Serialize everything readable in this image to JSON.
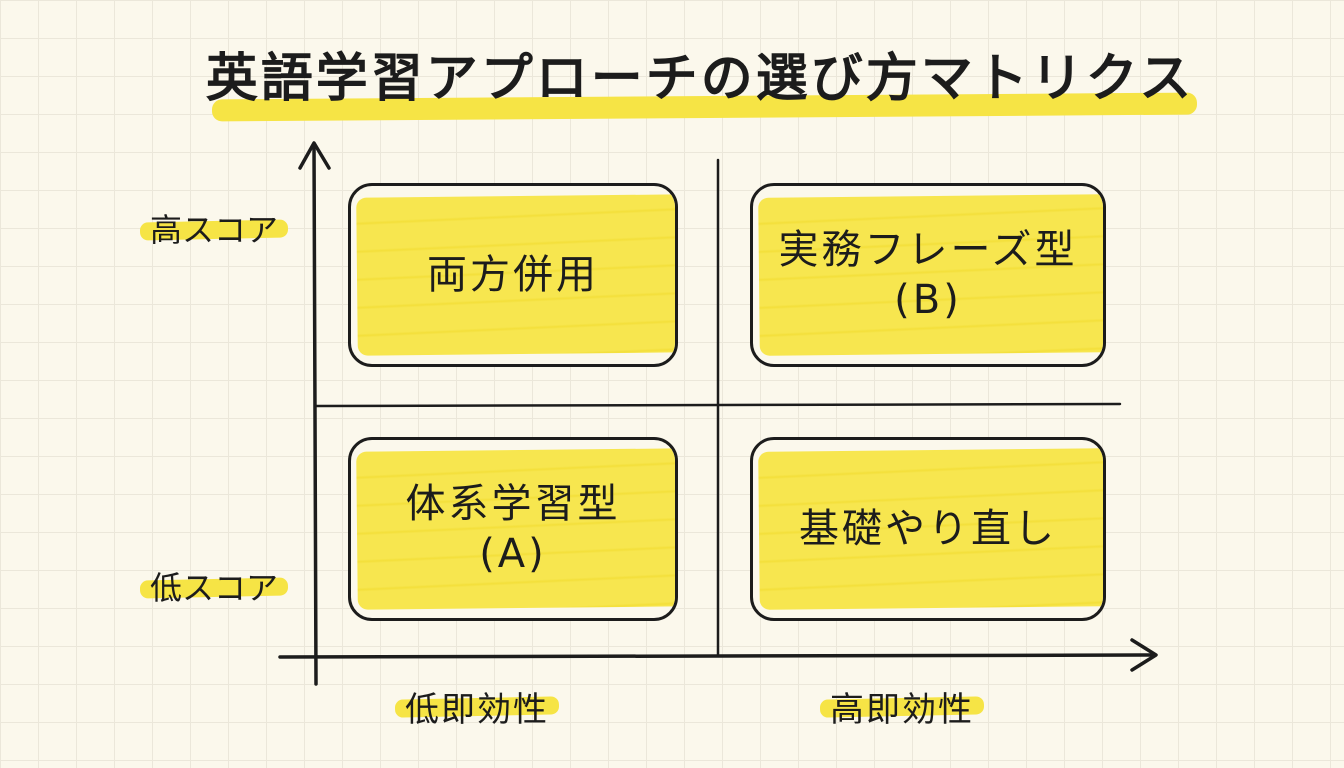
{
  "title": "英語学習アプローチの選び方マトリクス",
  "y_axis": {
    "high_label": "高スコア",
    "low_label": "低スコア"
  },
  "x_axis": {
    "low_label": "低即効性",
    "high_label": "高即効性"
  },
  "quadrants": {
    "top_left": {
      "line1": "両方併用",
      "line2": ""
    },
    "top_right": {
      "line1": "実務フレーズ型",
      "line2": "(B)"
    },
    "bottom_left": {
      "line1": "体系学習型",
      "line2": "(A)"
    },
    "bottom_right": {
      "line1": "基礎やり直し",
      "line2": ""
    }
  },
  "colors": {
    "highlight": "#f6e445",
    "ink": "#1c1c1c",
    "paper": "#fbf8ec"
  }
}
